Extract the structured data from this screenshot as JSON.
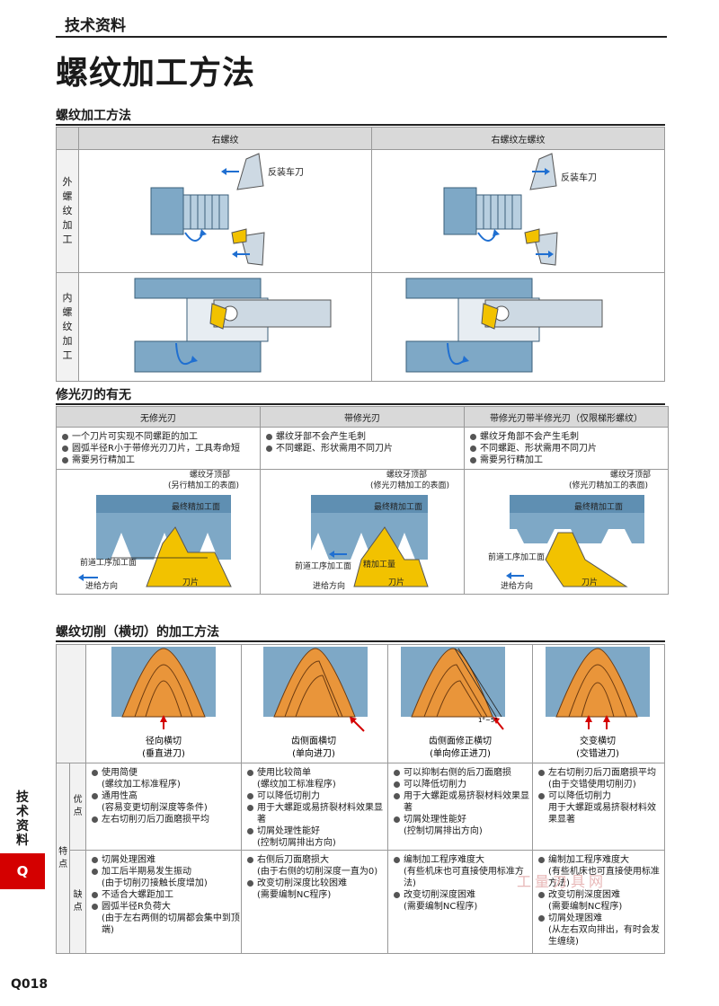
{
  "header": {
    "section": "技术资料"
  },
  "page_title": "螺纹加工方法",
  "s1": {
    "title": "螺纹加工方法",
    "col_right": "右螺纹",
    "col_rl": "右螺纹左螺纹",
    "row_ext": "外螺纹加工",
    "row_int": "内螺纹加工",
    "label_reverse": "反装车刀"
  },
  "s2": {
    "title": "修光刃的有无",
    "col1": "无修光刃",
    "col2": "带修光刃",
    "col3": "带修光刃带半修光刃（仅限梯形螺纹）",
    "col1_items": [
      "一个刀片可实现不同螺距的加工",
      "圆弧半径R小于带修光刃刀片，工具寿命短",
      "需要另行精加工"
    ],
    "col2_items": [
      "螺纹牙部不会产生毛刺",
      "不同螺距、形状需用不同刀片"
    ],
    "col3_items": [
      "螺纹牙角部不会产生毛刺",
      "不同螺距、形状需用不同刀片",
      "需要另行精加工"
    ],
    "d1_top1": "螺纹牙顶部",
    "d1_top2": "(另行精加工的表面)",
    "d2_top1": "螺纹牙顶部",
    "d2_top2": "(修光刃精加工的表面)",
    "d3_top1": "螺纹牙顶部",
    "d3_top2": "(修光刃精加工的表面)",
    "final": "最终精加工面",
    "prev": "前道工序加工面",
    "feed": "进给方向",
    "insert": "刀片",
    "finish_amount": "精加工量"
  },
  "s3": {
    "title": "螺纹切削（横切）的加工方法",
    "m1a": "径向横切",
    "m1b": "(垂直进刀)",
    "m2a": "齿侧面横切",
    "m2b": "(单向进刀)",
    "m3a": "齿侧面修正横切",
    "m3b": "(单向修正进刀)",
    "m4a": "交变横切",
    "m4b": "(交错进刀)",
    "angle": "1°~5°",
    "feature": "特点",
    "adv": "优点",
    "dis": "缺点",
    "adv1": [
      "使用简便\n(螺纹加工标准程序)",
      "通用性高\n(容易变更切削深度等条件)",
      "左右切削刃后刀面磨损平均"
    ],
    "adv2": [
      "使用比较简单\n(螺纹加工标准程序)",
      "可以降低切削力",
      "用于大螺距或易挤裂材料效果显著",
      "切屑处理性能好\n(控制切屑排出方向)"
    ],
    "adv3": [
      "可以抑制右侧的后刀面磨损",
      "可以降低切削力",
      "用于大螺距或易挤裂材料效果显著",
      "切屑处理性能好\n(控制切屑排出方向)"
    ],
    "adv4": [
      "左右切削刃后刀面磨损平均\n(由于交错使用切削刃)",
      "可以降低切削力\n用于大螺距或易挤裂材料效果显著"
    ],
    "dis1": [
      "切屑处理困难",
      "加工后半期易发生振动\n(由于切削刃接触长度增加)",
      "不适合大螺距加工",
      "圆弧半径R负荷大\n(由于左右两侧的切屑都会集中到顶端)"
    ],
    "dis2": [
      "右侧后刀面磨损大\n(由于右侧的切削深度一直为0)",
      "改变切削深度比较困难\n(需要编制NC程序)"
    ],
    "dis3": [
      "编制加工程序难度大\n(有些机床也可直接使用标准方法)",
      "改变切削深度困难\n(需要编制NC程序)"
    ],
    "dis4": [
      "编制加工程序难度大\n(有些机床也可直接使用标准方法)",
      "改变切削深度困难\n(需要编制NC程序)",
      "切屑处理困难\n(从左右双向排出，有时会发生缠绕)"
    ]
  },
  "side_tab": {
    "label": "技术资料",
    "letter": "Q"
  },
  "page_number": "Q018",
  "watermark": "工量刃具网",
  "colors": {
    "blue": "#7ea8c6",
    "blue_dark": "#5f8fb2",
    "gold": "#f2c200",
    "red": "#d40000",
    "arrow": "#1f6fd1",
    "orange": "#e9953a"
  }
}
